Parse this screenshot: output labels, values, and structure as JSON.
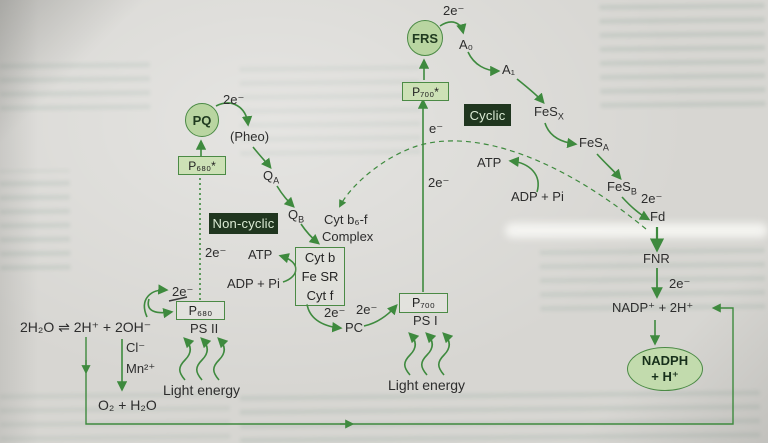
{
  "diagram": {
    "nodes": {
      "frs": "FRS",
      "pq": "PQ",
      "pheo": "(Pheo)",
      "p680_star": "P₆₈₀*",
      "p680": "P₆₈₀",
      "ps2": "PS II",
      "p700_star": "P₇₀₀*",
      "p700": "P₇₀₀",
      "ps1": "PS I",
      "qa": {
        "base": "Q",
        "sub": "A"
      },
      "qb": {
        "base": "Q",
        "sub": "B"
      },
      "cyt_complex_title_1": "Cyt b₆-f",
      "cyt_complex_title_2": "Complex",
      "cyt_box": [
        "Cyt b",
        "Fe SR",
        "Cyt f"
      ],
      "a0": "A₀",
      "a1": "A₁",
      "fes_x": {
        "base": "FeS",
        "sub": "X"
      },
      "fes_a": {
        "base": "FeS",
        "sub": "A"
      },
      "fes_b": {
        "base": "FeS",
        "sub": "B"
      },
      "fd": "Fd",
      "fnr": "FNR",
      "pc": "PC",
      "nadp": "NADP⁺ + 2H⁺",
      "nadph_1": "NADPH",
      "nadph_2": "+ H⁺"
    },
    "electrons": {
      "two_e": "2e⁻",
      "one_e": "e⁻"
    },
    "energy": {
      "atp": "ATP",
      "adp_pi": "ADP + Pi"
    },
    "pathway_badges": {
      "cyclic": "Cyclic",
      "non_cyclic": "Non-cyclic"
    },
    "water": {
      "equation": "2H₂O ⇌ 2H⁺ + 2OH⁻",
      "cofactor_cl": "Cl⁻",
      "cofactor_mn": "Mn²⁺",
      "product": "O₂ + H₂O"
    },
    "light": {
      "label": "Light energy"
    },
    "colors": {
      "arrow_green": "#3e8a3e",
      "light_green_fill": "#c9dfb2",
      "dark_badge_green": "#20361f",
      "paper": "#d7d6d2"
    }
  }
}
